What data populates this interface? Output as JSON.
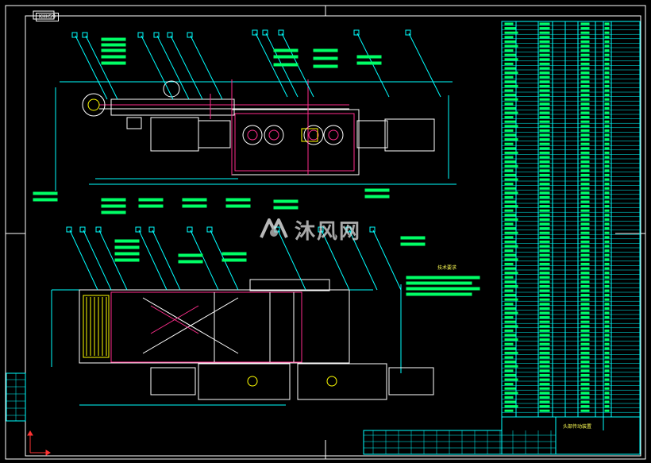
{
  "drawing": {
    "corner_tag": "KHH59",
    "notes_title": "技术要求",
    "title_block_name": "头部传动装置",
    "watermark": "沐风网"
  },
  "colors": {
    "background": "#000000",
    "frame": "#ffffff",
    "dimension": "#00ffff",
    "leader": "#00ffff",
    "text": "#00ff66",
    "part_outline": "#ffffff",
    "hidden": "#ff2d8c",
    "motor": "#ffffff",
    "highlight": "#ffff00",
    "table_line": "#00ffff",
    "table_text": "#00ff66"
  },
  "views": [
    "top-view",
    "plan-view",
    "parts-list",
    "title-block",
    "notes"
  ]
}
